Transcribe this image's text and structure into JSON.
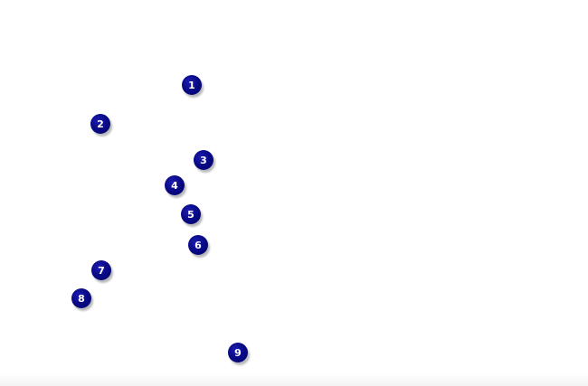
{
  "markers": [
    {
      "label": "1"
    },
    {
      "label": "2"
    },
    {
      "label": "3"
    },
    {
      "label": "4"
    },
    {
      "label": "5"
    },
    {
      "label": "6"
    },
    {
      "label": "7"
    },
    {
      "label": "8"
    },
    {
      "label": "9"
    }
  ],
  "colors": {
    "marker_fill": "#000080",
    "marker_text": "#ffffff",
    "background": "#ffffff"
  }
}
